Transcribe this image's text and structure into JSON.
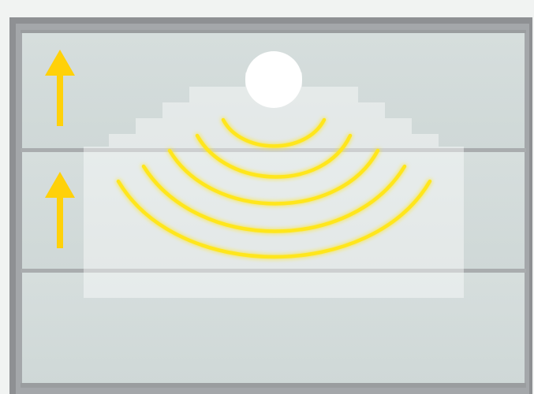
{
  "colors": {
    "page_background": "#f1f3f2",
    "frame": "#8e9093",
    "glass": "#d3dcdb",
    "rail": "#9a9d9f",
    "highlight": "#ffffff",
    "sensor": "#ffffff",
    "waves": "#ffe61e",
    "arrows": "#ffd10a"
  },
  "icons": {
    "sensor": "motion-sensor-icon",
    "arrow": "arrow-up-icon"
  },
  "diagram": {
    "panels": 3,
    "arrows": 2,
    "wave_arcs": 5
  }
}
